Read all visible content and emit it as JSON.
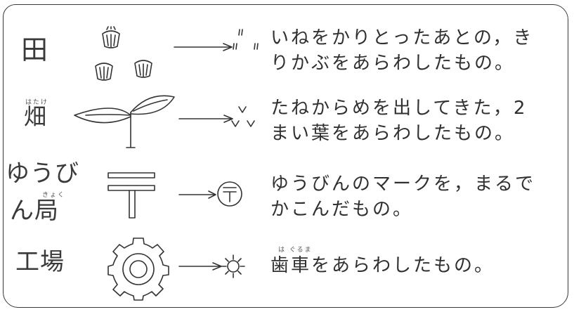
{
  "rows": [
    {
      "term": "田",
      "ruby": "",
      "picture": "rice-stubble-icon",
      "symbol": "rice-field-map-symbol",
      "description_lines": [
        "いねをかりとったあとの，き",
        "りかぶをあらわしたもの。"
      ]
    },
    {
      "term": "畑",
      "ruby": "はたけ",
      "picture": "sprout-icon",
      "symbol": "field-map-symbol",
      "description_lines": [
        "たねからめを出してきた，2",
        "まい葉をあらわしたもの。"
      ]
    },
    {
      "term_line1": "ゆうび",
      "term_line2": "ん局",
      "ruby": "きょく",
      "picture": "postal-mark-icon",
      "symbol": "post-office-map-symbol",
      "description_lines": [
        "ゆうびんのマークを，まるで",
        "かこんだもの。"
      ]
    },
    {
      "term": "工場",
      "ruby": "",
      "picture": "gear-icon",
      "symbol": "factory-map-symbol",
      "description_lines": [
        "歯車をあらわしたもの。"
      ],
      "description_ruby": "は ぐるま"
    }
  ]
}
